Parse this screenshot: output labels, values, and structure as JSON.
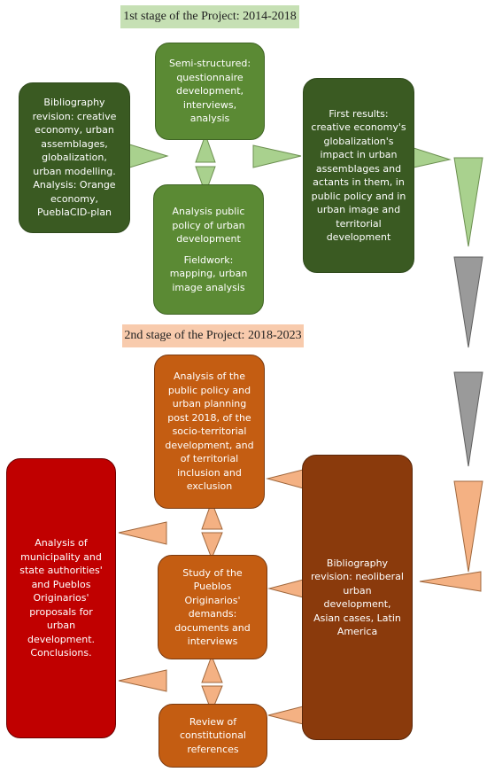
{
  "stage1": {
    "label": "1st stage of the Project: 2014-2018"
  },
  "stage2": {
    "label": "2nd stage of the Project: 2018-2023"
  },
  "boxes": {
    "bibliography1": "Bibliography revision: creative economy, urban assemblages, globalization, urban modelling. Analysis: Orange economy, PueblaCID-plan",
    "semi_structured": "Semi-structured: questionnaire development, interviews, analysis",
    "analysis_public_policy": "Analysis public policy of urban development",
    "fieldwork": "Fieldwork: mapping, urban image analysis",
    "first_results": "First results: creative economy's globalization's impact in urban assemblages and actants in them, in public policy and in urban image and territorial development",
    "analysis_post2018": "Analysis of the public policy and urban planning post 2018, of the socio-territorial development, and of territorial inclusion and exclusion",
    "study_pueblos": "Study of the Pueblos Originarios' demands: documents and interviews",
    "review_constitutional": "Review of constitutional references",
    "analysis_municipality": "Analysis of municipality and state authorities' and Pueblos Originarios' proposals for urban development. Conclusions.",
    "bibliography2": "Bibliography revision: neoliberal urban development, Asian cases, Latin America"
  },
  "colors": {
    "stage1_bg": "#c6e0b4",
    "stage2_bg": "#f8cbad",
    "arrow_green": "#a9d18e",
    "arrow_gray": "#9a9a9a",
    "arrow_peach": "#f4b183"
  }
}
